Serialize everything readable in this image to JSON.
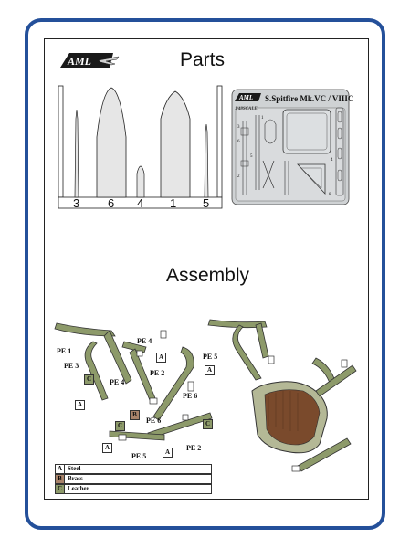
{
  "logo_text": "AML",
  "parts_title": "Parts",
  "assembly_title": "Assembly",
  "part_numbers": [
    "3",
    "6",
    "4",
    "1",
    "5"
  ],
  "fret": {
    "logo_text": "AML",
    "title": "S.Spitfire Mk.VC / VIIIC",
    "scale": "1/48SCALE",
    "numbers": [
      "3",
      "6",
      "5",
      "1",
      "2",
      "4",
      "8"
    ]
  },
  "assembly_labels": {
    "pe1": "PE 1",
    "pe3": "PE 3",
    "pe4_top": "PE 4",
    "pe4_left": "PE 4",
    "pe2_mid": "PE 2",
    "pe5_top": "PE 5",
    "pe6_right": "PE 6",
    "pe6_mid": "PE 6",
    "pe2_bottom": "PE 2",
    "pe5_bottom": "PE 5"
  },
  "legend": [
    {
      "key": "A",
      "label": "Steel",
      "color": "#ffffff"
    },
    {
      "key": "B",
      "label": "Brass",
      "color": "#a9836a"
    },
    {
      "key": "C",
      "label": "Leather",
      "color": "#8d9a6a"
    }
  ],
  "colors": {
    "frame": "#24509a",
    "resin": "#e6e6e6",
    "strap": "#8d9a6a",
    "seat_outer": "#b4b896",
    "seat_inner": "#7a4a2c"
  }
}
